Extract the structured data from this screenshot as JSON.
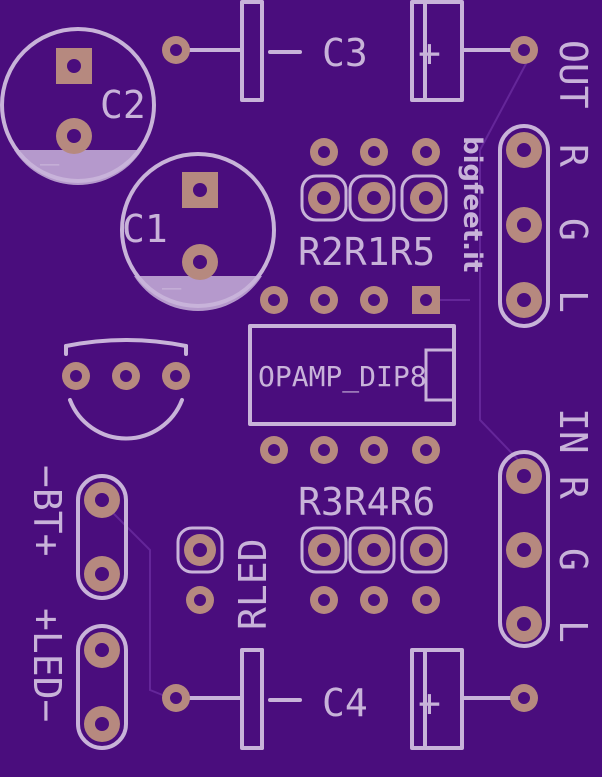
{
  "board": {
    "brand": "bigfeet.it",
    "components": {
      "c3": "C3",
      "c4": "C4",
      "c2": "C2",
      "c1": "C1",
      "r_top": "R2R1R5",
      "r_bottom": "R3R4R6",
      "opamp": "OPAMP_DIP8",
      "rled": "RLED"
    },
    "polarity": {
      "minus": "−",
      "plus": "+",
      "mark": "_"
    },
    "connectors": {
      "out": {
        "title": "OUT",
        "pins": [
          "R",
          "G",
          "L"
        ]
      },
      "in": {
        "title": "IN",
        "pins": [
          "R",
          "G",
          "L"
        ]
      },
      "bt": "−BT+",
      "led": "+LED−"
    }
  }
}
